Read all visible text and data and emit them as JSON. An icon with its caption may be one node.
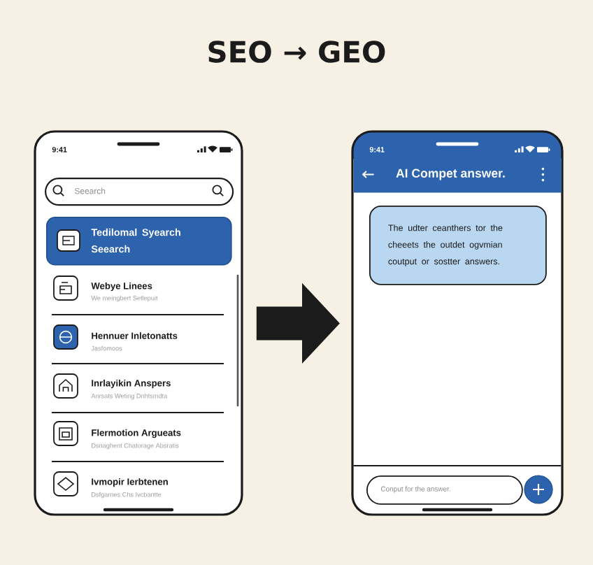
{
  "diagram": {
    "title": "SEO → GEO",
    "nodes": [
      {
        "text": [
          "9:41"
        ]
      },
      {
        "text": [
          "Seearch"
        ],
        "in": 0
      },
      {
        "text": [
          "Tedilomal Syearch Seearch"
        ],
        "in": 0
      },
      {
        "text": [
          "9:41"
        ]
      },
      {
        "text": [
          "AI Compet answer."
        ],
        "in": 3
      },
      {
        "text": [
          "The udter ceanthers tor the cheeets the outdet ogvmian coutput or sostter answers."
        ],
        "in": 3
      },
      {
        "text": [
          "Conput for the answer."
        ],
        "in": 3
      }
    ],
    "edges": [
      {
        "from": 0,
        "to": 3,
        "arrow": "to"
      }
    ],
    "labels": [
      "Webye Linees",
      "We meingbert Setlepuit",
      "Hennuer Inletonatts",
      "Jasfomoos",
      "Inrlayikin Anspers",
      "Anrsats Weting Dnhtsmdta",
      "Flermotion Argueats",
      "Dsnaghent Chatorage Absratis",
      "Ivmopir Ierbtenen",
      "Dsfgarnes Chs Ivcbantte"
    ]
  }
}
